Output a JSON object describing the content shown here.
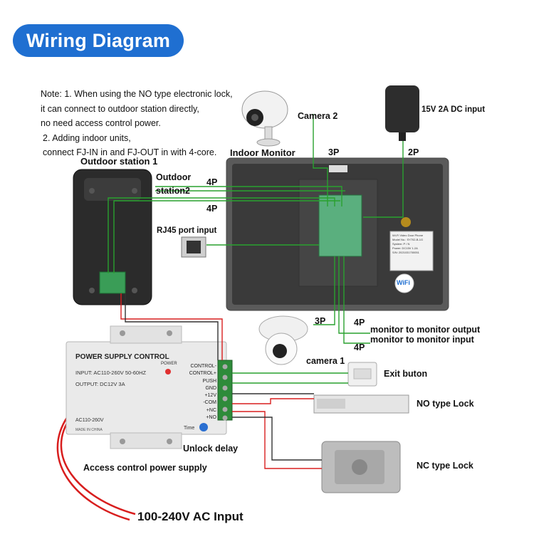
{
  "title": "Wiring Diagram",
  "notes": [
    "Note: 1. When using the NO type electronic lock,",
    "it can connect to outdoor station directly,",
    "no need access control power.",
    "2. Adding indoor units,",
    "connect FJ-IN in and FJ-OUT in with 4-core."
  ],
  "labels": {
    "camera2": "Camera 2",
    "adapter": "15V 2A DC input",
    "indoor_monitor": "Indoor Monitor",
    "outdoor_station1": "Outdoor station 1",
    "outdoor_station2_a": "Outdoor",
    "outdoor_station2_b": "station2",
    "rj45": "RJ45 port input",
    "camera1": "camera 1",
    "exit_button": "Exit buton",
    "no_lock": "NO type Lock",
    "nc_lock": "NC type Lock",
    "unlock_delay": "Unlock delay",
    "acps": "Access control power supply",
    "ac_input": "100-240V  AC Input",
    "m2m_out": "monitor to monitor output",
    "m2m_in": "monitor to monitor input"
  },
  "connectors": {
    "p3_top": "3P",
    "p2": "2P",
    "p4_a": "4P",
    "p4_b": "4P",
    "p3_bottom": "3P",
    "p4_c": "4P",
    "p4_d": "4P"
  },
  "psu": {
    "heading": "POWER SUPPLY CONTROL",
    "input": "INPUT: AC110-260V  50-60HZ",
    "output": "OUTPUT:  DC12V  3A",
    "power_led": "POWER",
    "ac_label": "AC110-260V",
    "made_in": "MADE IN CHINA",
    "time_label": "Time",
    "terminals": [
      "CONTROL-",
      "CONTROL+",
      "PUSH",
      "GND",
      "+12V",
      "-COM",
      "+NC",
      "+NO"
    ]
  },
  "monitor_sticker": [
    "Wi-Fi Video Door Phone",
    "Model No.: SY702-B-1G",
    "System: P / N",
    "Power: DC15V 1.2A",
    "S/N: 2021031700051"
  ],
  "wifi_logo": "WiFi"
}
